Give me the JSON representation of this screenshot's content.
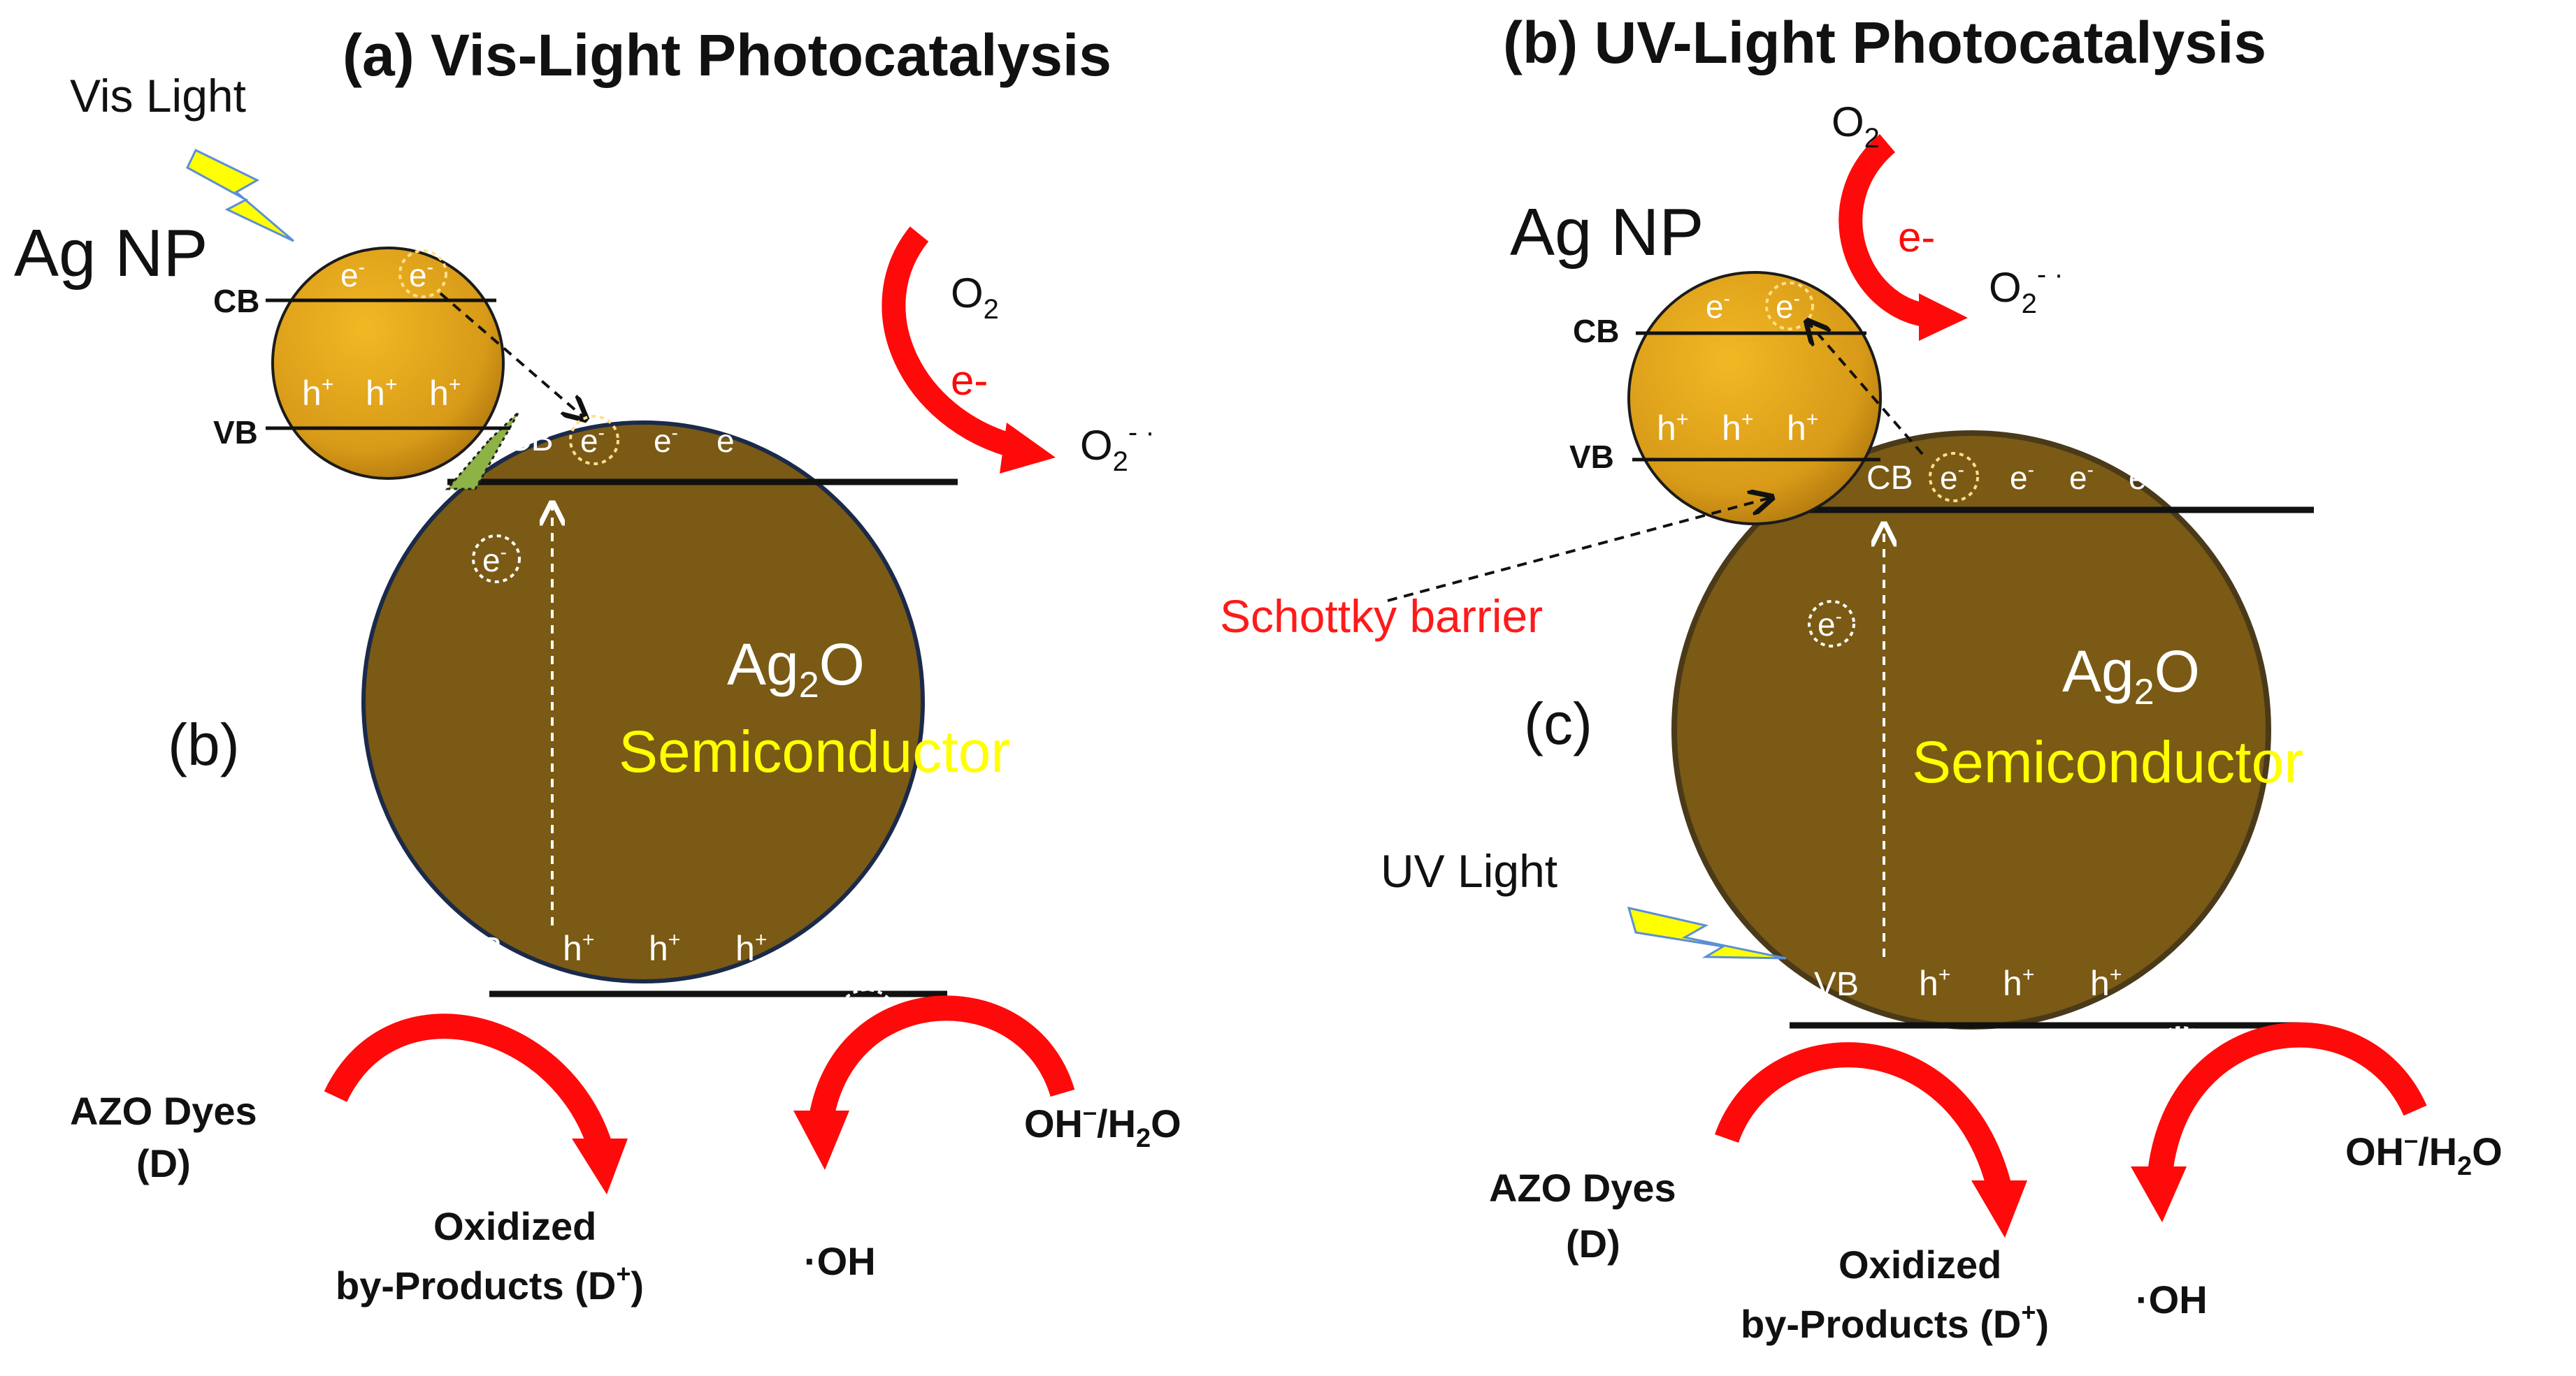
{
  "panel_a": {
    "title": "(a) Vis-Light Photocatalysis",
    "light": "Vis Light",
    "np_label": "Ag NP",
    "np_cb": "CB",
    "np_vb": "VB",
    "np_electron": "e",
    "np_hole": "h",
    "sc_cb": "CB",
    "sc_vb": "VB",
    "sc_electron": "e",
    "sc_hole": "h",
    "core_formula_main": "Ag",
    "core_formula_sub": "2",
    "core_formula_end": "O",
    "core_label": "Semiconductor",
    "side_label": "(b)",
    "o2": "O",
    "o2_sub": "2",
    "arrow_e": "e-",
    "o2_radical": "O",
    "o2_radical_sub": "2",
    "o2_radical_sup": "- ·",
    "azo_line1": "AZO Dyes",
    "azo_line2": "(D)",
    "byproduct_line1": "Oxidized",
    "byproduct_line2": "by-Products (D",
    "byproduct_sup": "+",
    "byproduct_end": ")",
    "oh_water": "OH",
    "oh_water_sup": "–",
    "oh_water_mid": "/H",
    "oh_water_sub": "2",
    "oh_water_end": "O",
    "oh_radical": "·OH"
  },
  "panel_b": {
    "title": "(b) UV-Light Photocatalysis",
    "light": "UV Light",
    "np_label": "Ag NP",
    "np_cb": "CB",
    "np_vb": "VB",
    "schottky": "Schottky barrier",
    "sc_cb": "CB",
    "sc_vb": "VB",
    "core_formula_main": "Ag",
    "core_formula_sub": "2",
    "core_formula_end": "O",
    "core_label": "Semiconductor",
    "side_label": "(c)",
    "o2": "O",
    "o2_sub": "2",
    "arrow_e": "e-",
    "o2_radical": "O",
    "o2_radical_sub": "2",
    "o2_radical_sup": "- ·",
    "azo_line1": "AZO Dyes",
    "azo_line2": "(D)",
    "byproduct_line1": "Oxidized",
    "byproduct_line2": "by-Products (D",
    "byproduct_sup": "+",
    "byproduct_end": ")",
    "oh_water": "OH",
    "oh_water_sup": "–",
    "oh_water_mid": "/H",
    "oh_water_sub": "2",
    "oh_water_end": "O",
    "oh_radical": "·OH"
  },
  "colors": {
    "semiconductor": "#7a5a14",
    "nanoparticle": "#d89a18",
    "reaction_arrow": "#ff0a0a",
    "highlight_text": "#ffff00",
    "schottky_text": "#ff1a1a",
    "lightning": "#ffff00",
    "junction": "#8db347"
  }
}
